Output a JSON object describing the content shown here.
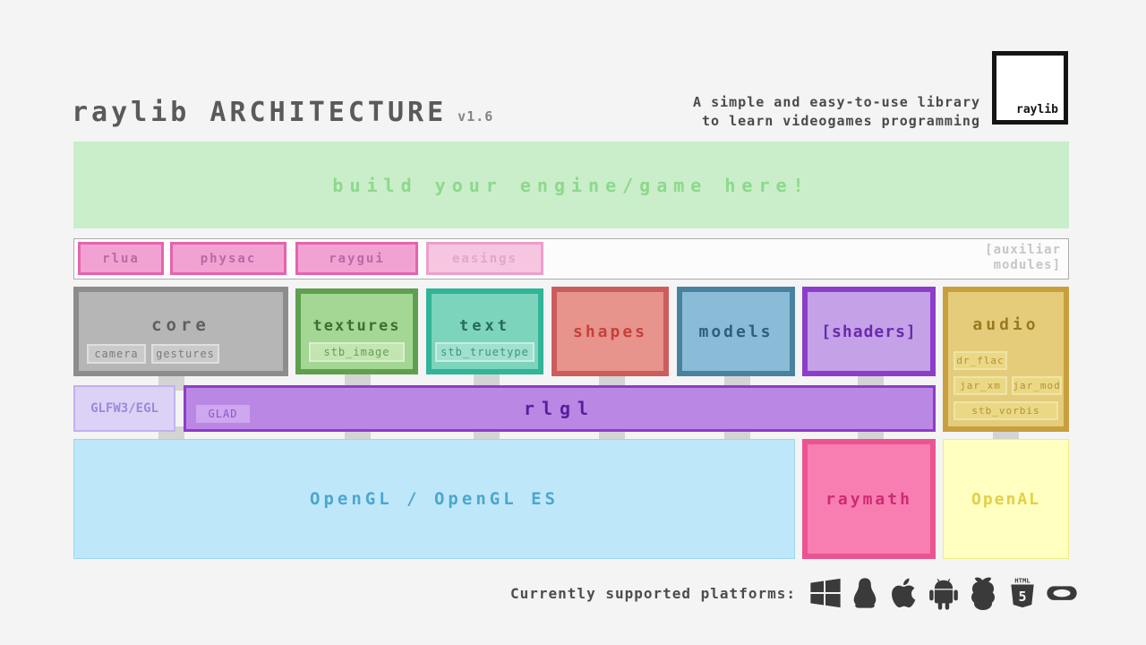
{
  "header": {
    "title": "raylib ARCHITECTURE",
    "version": "v1.6",
    "tagline_line1": "A simple and easy-to-use library",
    "tagline_line2": "to learn videogames programming",
    "logo_text": "raylib"
  },
  "banner": {
    "label": "build your engine/game here!"
  },
  "aux": {
    "items": [
      {
        "label": "rlua"
      },
      {
        "label": "physac"
      },
      {
        "label": "raygui"
      },
      {
        "label": "easings"
      }
    ],
    "caption_line1": "[auxiliar",
    "caption_line2": "modules]"
  },
  "modules": {
    "core": {
      "label": "core",
      "children": [
        "camera",
        "gestures"
      ]
    },
    "textures": {
      "label": "textures",
      "children": [
        "stb_image"
      ]
    },
    "text": {
      "label": "text",
      "children": [
        "stb_truetype"
      ]
    },
    "shapes": {
      "label": "shapes"
    },
    "models": {
      "label": "models"
    },
    "shaders": {
      "label": "[shaders]"
    },
    "audio": {
      "label": "audio",
      "children": [
        "dr_flac",
        "jar_xm",
        "jar_mod",
        "stb_vorbis"
      ]
    }
  },
  "lower": {
    "glfw": "GLFW3/EGL",
    "rlgl": "rlgl",
    "glad": "GLAD",
    "opengl": "OpenGL / OpenGL ES",
    "raymath": "raymath",
    "openal": "OpenAL"
  },
  "footer": {
    "label": "Currently supported platforms:",
    "platforms": [
      "windows",
      "linux",
      "apple",
      "android",
      "raspberry-pi",
      "html5",
      "oculus"
    ],
    "html5_top": "HTML",
    "html5_big": "5"
  },
  "colors": {
    "background": "#f4f4f4",
    "banner_green": "#c9eec9",
    "aux_pink": "#e364ae",
    "core_gray": "#8d8d8d",
    "textures_green": "#5fa050",
    "text_teal": "#31b497",
    "shapes_red": "#cc5d5d",
    "models_blue": "#49829f",
    "shaders_purple": "#8d3ec8",
    "audio_gold": "#c7a03d",
    "rlgl_purple": "#8d3ec8",
    "opengl_blue": "#bee8fa",
    "raymath_pink": "#eb5491",
    "openal_yellow": "#ffffbf"
  }
}
